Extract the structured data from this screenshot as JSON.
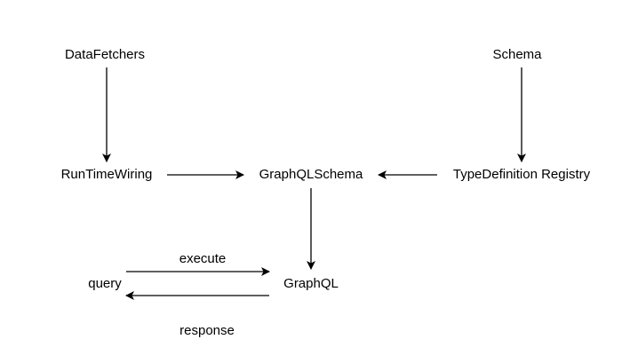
{
  "nodes": {
    "datafetchers": "DataFetchers",
    "schema": "Schema",
    "runtimewiring": "RunTimeWiring",
    "graphqlschema": "GraphQLSchema",
    "typedefinition_registry": "TypeDefinition Registry",
    "graphql": "GraphQL",
    "query": "query"
  },
  "edge_labels": {
    "execute": "execute",
    "response": "response"
  },
  "colors": {
    "background": "#ffffff",
    "ink": "#000000"
  }
}
